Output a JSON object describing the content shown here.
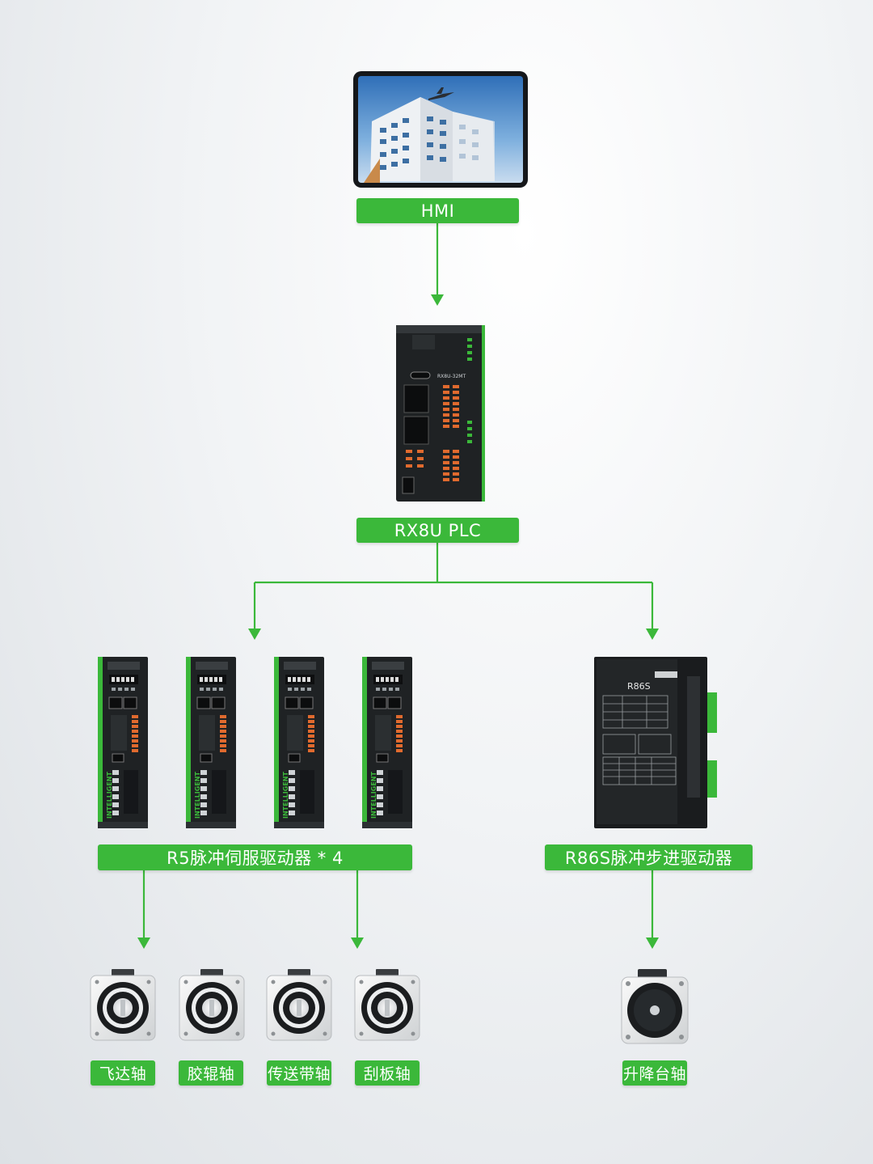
{
  "colors": {
    "accent": "#3bb83a",
    "device": "#1f2224",
    "terminal": "#e06a2e",
    "connector": "#3bb83a"
  },
  "nodes": {
    "hmi": {
      "label": "HMI",
      "icon": "hmi-tablet-icon"
    },
    "plc": {
      "label": "RX8U PLC",
      "icon": "plc-icon",
      "model_text": "RX8U-32MT"
    },
    "servo_drivers": {
      "label": "R5脉冲伺服驱动器 * 4",
      "icon": "servo-driver-icon",
      "count": 4,
      "side_text": "INTELLIGENT"
    },
    "stepper_driver": {
      "label": "R86S脉冲步进驱动器",
      "icon": "stepper-driver-icon",
      "model_text": "R86S"
    }
  },
  "motors": [
    {
      "label": "飞达轴",
      "icon": "servo-motor-icon"
    },
    {
      "label": "胶辊轴",
      "icon": "servo-motor-icon"
    },
    {
      "label": "传送带轴",
      "icon": "servo-motor-icon"
    },
    {
      "label": "刮板轴",
      "icon": "servo-motor-icon"
    },
    {
      "label": "升降台轴",
      "icon": "stepper-motor-icon"
    }
  ]
}
